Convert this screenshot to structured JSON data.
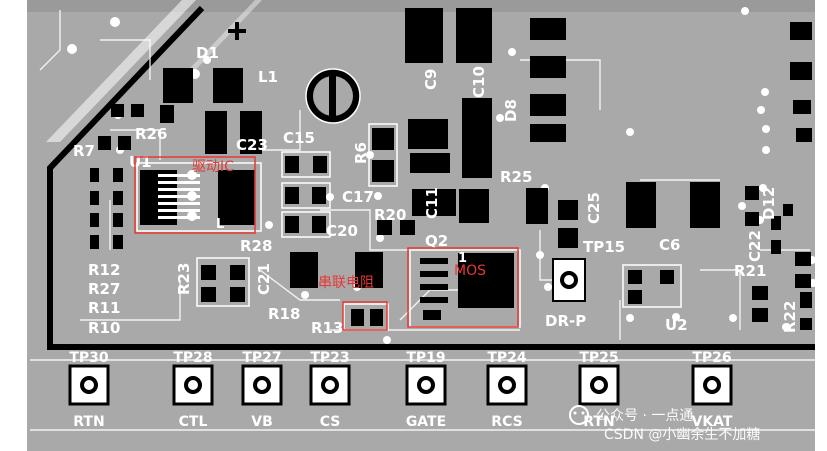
{
  "outline_color": "#000000",
  "copper_color": "#a9a9a9",
  "pad_color": "#000000",
  "annotation_color": "#e53935",
  "silkscreen_labels": [
    "D1",
    "L1",
    "R26",
    "C23",
    "C15",
    "R6",
    "C9",
    "C10",
    "D8",
    "R7",
    "U1",
    "C17",
    "C11",
    "R25",
    "C25",
    "D12",
    "C20",
    "R20",
    "Q2",
    "TP15",
    "C6",
    "C22",
    "R28",
    "R12",
    "R27",
    "R11",
    "R10",
    "R23",
    "C21",
    "R18",
    "R13",
    "DR-P",
    "R21",
    "U2",
    "R22",
    "L",
    "1"
  ],
  "annotations": {
    "driver_ic": "驱动IC",
    "series_resistor": "串联电阻",
    "mos": "MOS"
  },
  "test_points": [
    {
      "id": "TP30",
      "net": "RTN"
    },
    {
      "id": "TP28",
      "net": "CTL"
    },
    {
      "id": "TP27",
      "net": "VB"
    },
    {
      "id": "TP23",
      "net": "CS"
    },
    {
      "id": "TP19",
      "net": "GATE"
    },
    {
      "id": "TP24",
      "net": "RCS"
    },
    {
      "id": "TP25",
      "net": "RTN"
    },
    {
      "id": "TP26",
      "net": "VKAT"
    }
  ],
  "watermarks": {
    "channel": "公众号 · 一点通",
    "csdn": "CSDN @小幽余生不加糖"
  }
}
